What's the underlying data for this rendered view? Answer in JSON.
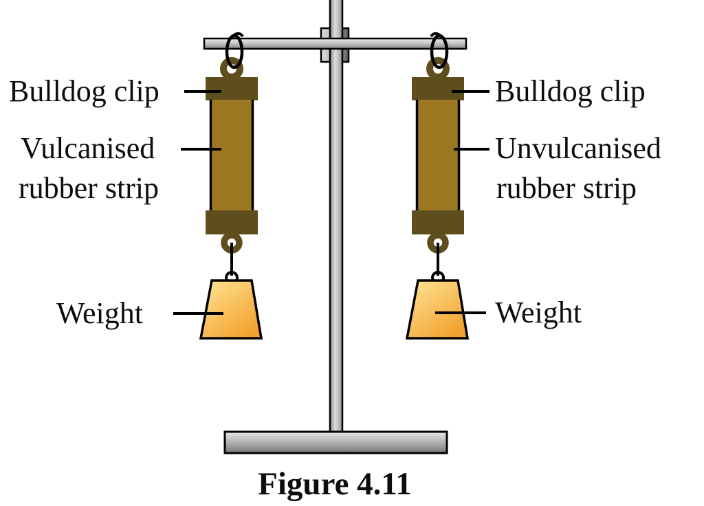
{
  "figure": {
    "caption": "Figure 4.11",
    "description": "Experiment stand with vulcanised and unvulcanised rubber strips held by bulldog clips, each loaded with a weight"
  },
  "labels": {
    "left_bulldog_clip": "Bulldog clip",
    "left_strip_line1": "Vulcanised",
    "left_strip_line2": "rubber strip",
    "left_weight": "Weight",
    "right_bulldog_clip": "Bulldog clip",
    "right_strip_line1": "Unvulcanised",
    "right_strip_line2": "rubber strip",
    "right_weight": "Weight"
  },
  "colors": {
    "background": "#FFFFFF",
    "bulldog_clip": "#5F4E1D",
    "rubber_strip": "#9B7722",
    "weight_light": "#FFE598",
    "weight_dark": "#F2A12C",
    "metal_light": "#E8E8E8",
    "metal_dark": "#7A7A7A",
    "outline": "#000000",
    "text": "#0D0D0D"
  }
}
